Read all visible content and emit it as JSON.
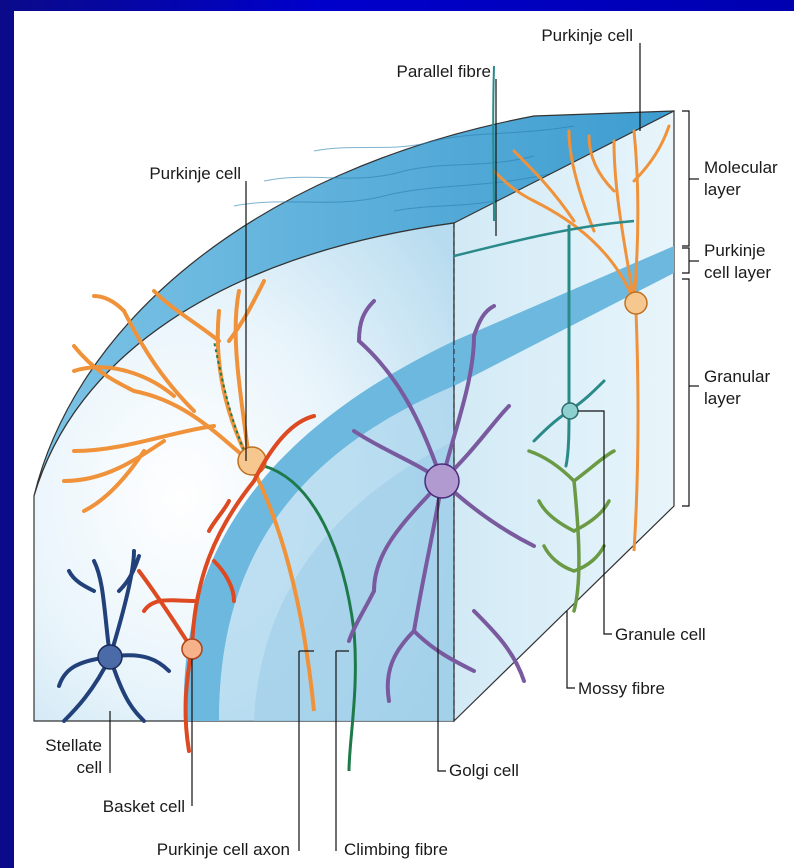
{
  "labels": {
    "purkinje_cell_top": "Purkinje cell",
    "parallel_fibre": "Parallel fibre",
    "purkinje_cell_left": "Purkinje cell",
    "molecular_layer_1": "Molecular",
    "molecular_layer_2": "layer",
    "purkinje_layer_1": "Purkinje",
    "purkinje_layer_2": "cell layer",
    "granular_layer_1": "Granular",
    "granular_layer_2": "layer",
    "granule_cell": "Granule cell",
    "mossy_fibre": "Mossy fibre",
    "stellate_cell_1": "Stellate",
    "stellate_cell_2": "cell",
    "golgi_cell": "Golgi cell",
    "basket_cell": "Basket cell",
    "purkinje_cell_axon": "Purkinje cell axon",
    "climbing_fibre": "Climbing fibre"
  },
  "colors": {
    "purkinje": "#f0923a",
    "climbing_fibre": "#1f7a4a",
    "basket": "#dd4a22",
    "stellate": "#22407a",
    "golgi": "#7a5a9e",
    "granule": "#2a8a8a",
    "mossy": "#6a9a44"
  }
}
